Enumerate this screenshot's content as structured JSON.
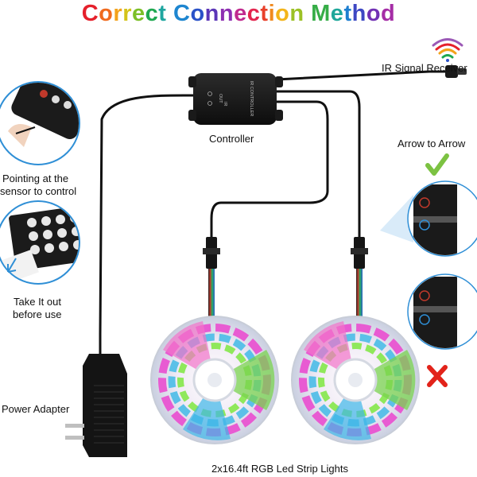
{
  "title": "Correct Connection Method",
  "title_colors": [
    "#e5202b",
    "#f06a1e",
    "#f3a21b",
    "#d4c31a",
    "#7bbf27",
    "#1fa850",
    "#1fa6a0",
    "#1e86d0",
    "#2a52c8",
    "#5b36b7",
    "#8d2eb2",
    "#c02a8e",
    "#e3264f",
    "#e8402a",
    "#f08a1e",
    "#f3b41a",
    "#9cc125",
    "#36ad47",
    "#1ea79a",
    "#1e7fd0",
    "#3d47c3",
    "#7131b4",
    "#a52da6",
    "#d12873",
    "#e2313a"
  ],
  "labels": {
    "ir_receiver": "IR Signal Receiver",
    "controller": "Controller",
    "arrow_to_arrow": "Arrow to Arrow",
    "pointing_line1": "Pointing at the",
    "pointing_line2": "sensor to control",
    "take_out_line1": "Take It out",
    "take_out_line2": "before use",
    "power_adapter": "Power Adapter",
    "strip_lights": "2x16.4ft RGB Led Strip Lights"
  },
  "controller_text": {
    "line1": "IR CONTROLLER",
    "line2": "IR",
    "line3": "OUT"
  },
  "colors": {
    "check": "#7cc242",
    "cross": "#e2231a",
    "cable": "#111111",
    "callout_blue": "#2f8fd6",
    "reel": "#d9dee6"
  },
  "icons": [
    "wifi-signal-icon",
    "check-mark-icon",
    "cross-mark-icon",
    "arrow-icon"
  ]
}
